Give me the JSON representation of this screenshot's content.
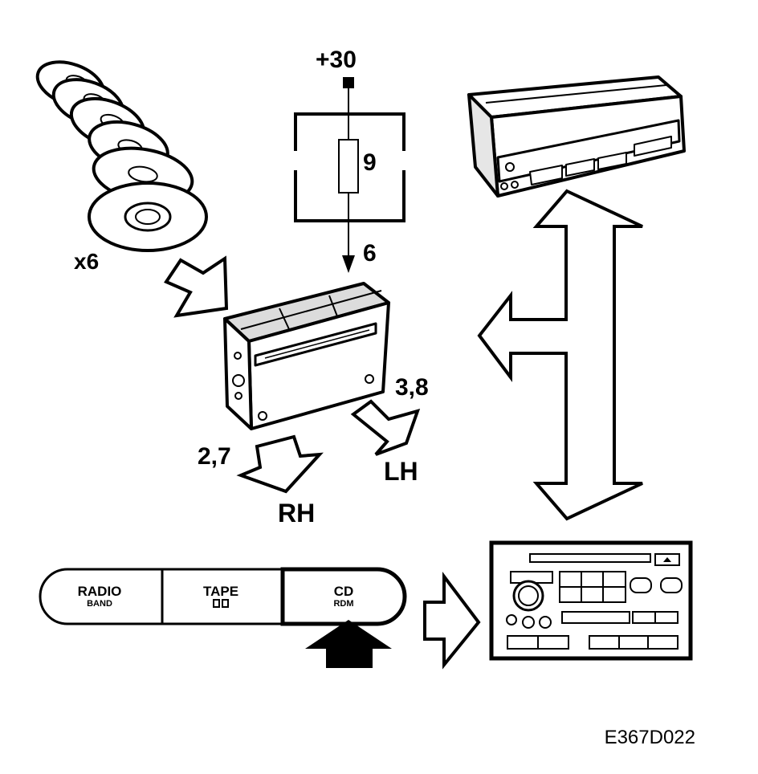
{
  "labels": {
    "discs_count": "x6",
    "supply": "+30",
    "fuse_number": "9",
    "supply_pin": "6",
    "left_pins": "3,8",
    "left_side": "LH",
    "right_pins": "2,7",
    "right_side": "RH",
    "figure_code": "E367D022"
  },
  "buttons": [
    {
      "label": "RADIO",
      "sub": "BAND"
    },
    {
      "label": "TAPE",
      "sub": ""
    },
    {
      "label": "CD",
      "sub": "RDM"
    }
  ],
  "colors": {
    "ink": "#000000",
    "paper": "#ffffff",
    "shade": "#d0d0d0"
  }
}
